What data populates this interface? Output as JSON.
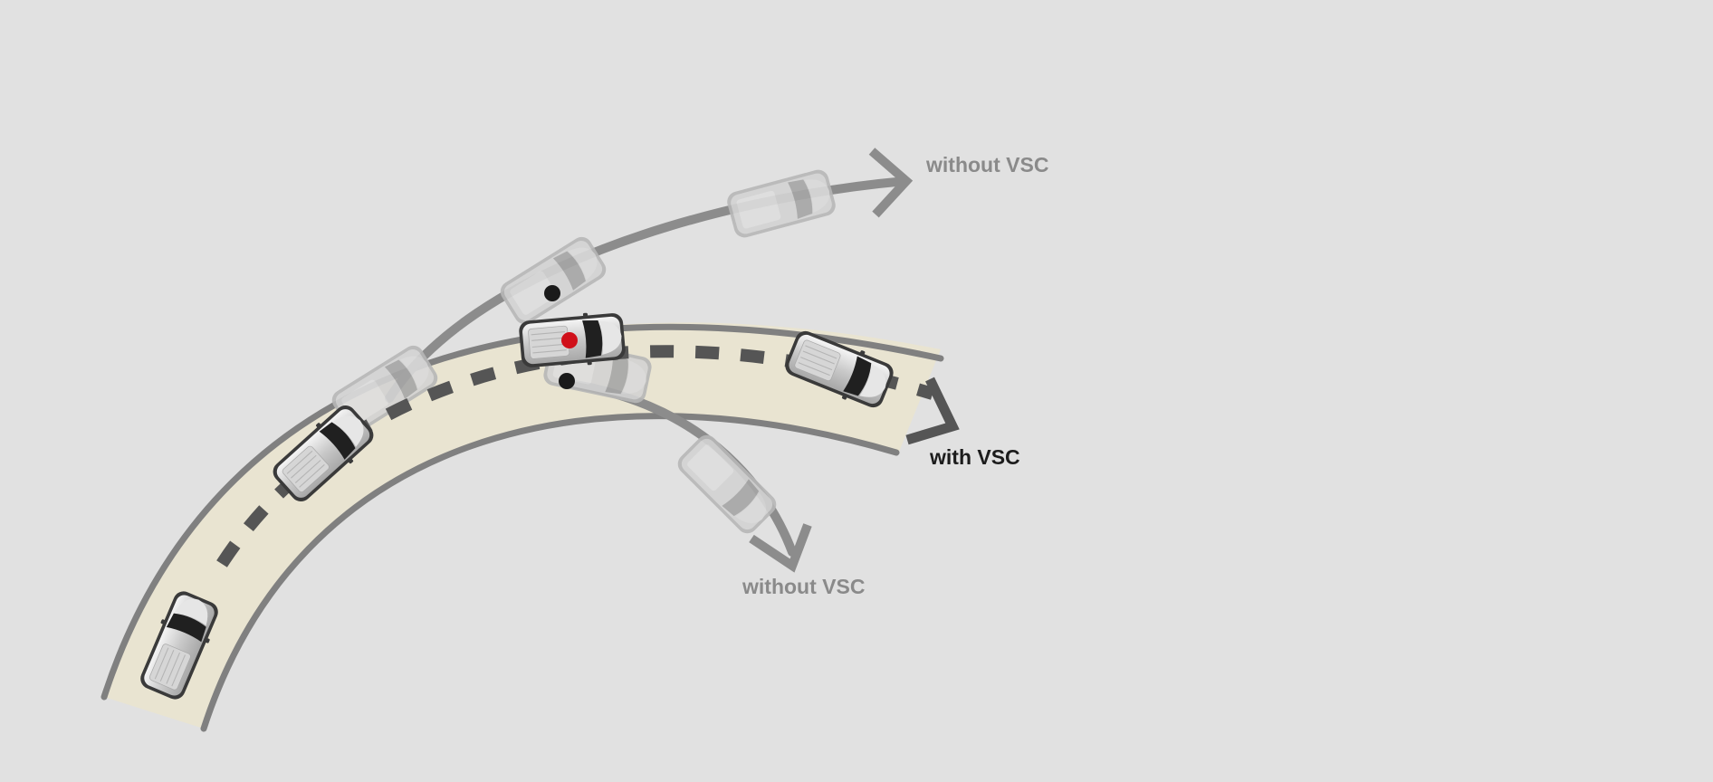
{
  "labels": {
    "without_upper": "without VSC",
    "with": "with VSC",
    "without_lower": "without VSC"
  },
  "colors": {
    "background": "#e1e1e1",
    "lane": "#e9e4d1",
    "road_edge": "#808080",
    "path_dark": "#555555",
    "path_light": "#8c8c8c",
    "with_label": "#1c1c1c",
    "without_label": "#8a8a8a",
    "center_mark": "#d0101a",
    "pivot_dot": "#1a1a1a"
  },
  "icons": {
    "car": "suv-top-view-icon",
    "arrow": "open-chevron-arrowhead-icon"
  }
}
